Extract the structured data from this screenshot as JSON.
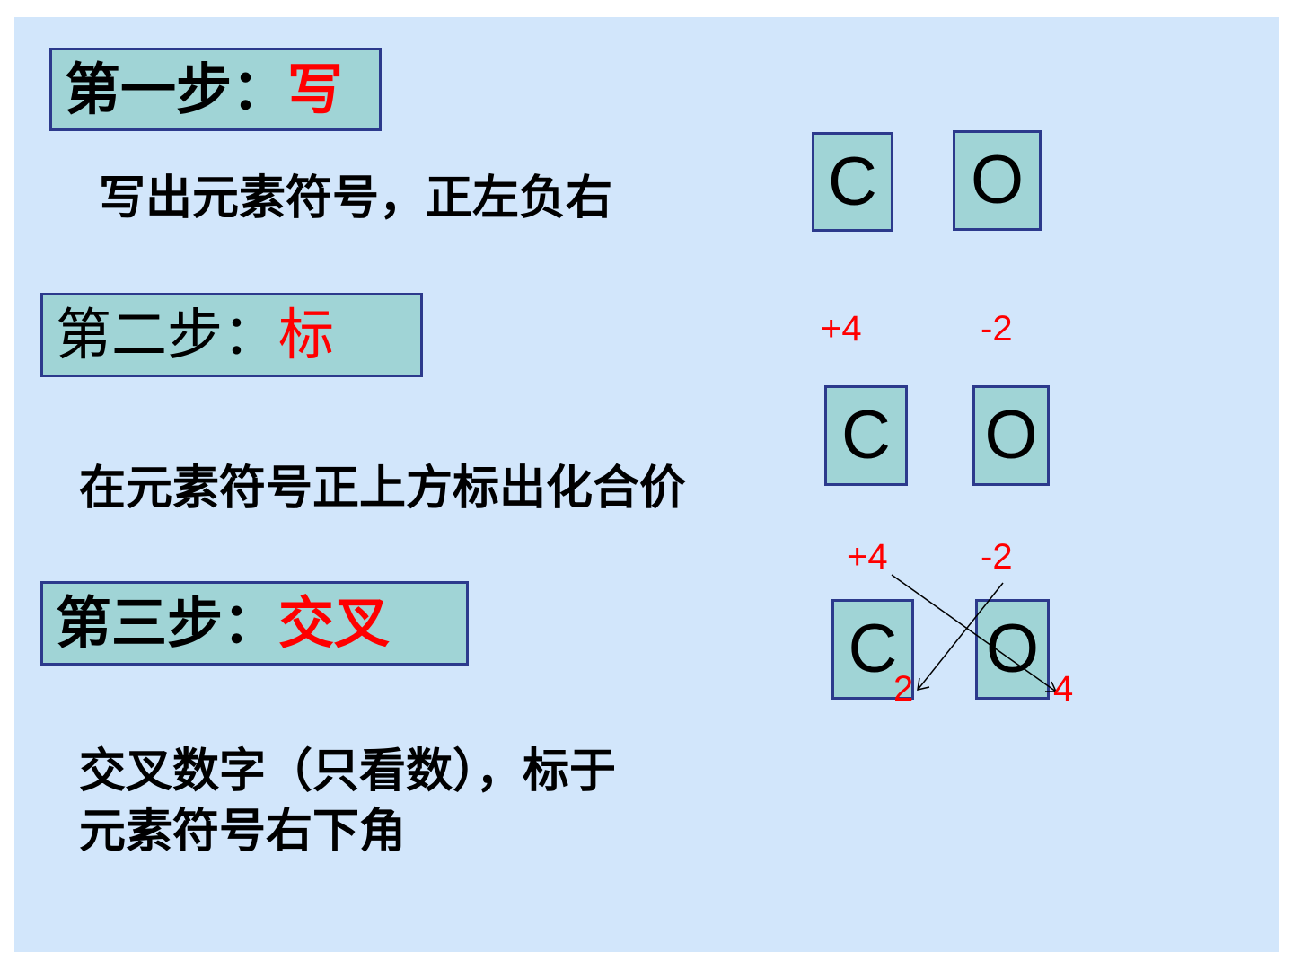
{
  "step1": {
    "label": "第一步：",
    "keyword": "写",
    "desc": "写出元素符号，正左负右"
  },
  "step2": {
    "label": "第二步：",
    "keyword": "标",
    "desc": "在元素符号正上方标出化合价"
  },
  "step3": {
    "label": "第三步：",
    "keyword": "交叉",
    "desc_line1": "交叉数字（只看数），标于",
    "desc_line2": "元素符号右下角"
  },
  "diagram1": {
    "el1": "C",
    "el2": "O"
  },
  "diagram2": {
    "val1": "+4",
    "val2": "-2",
    "el1": "C",
    "el2": "O"
  },
  "diagram3": {
    "val1": "+4",
    "val2": "-2",
    "el1": "C",
    "el2": "O",
    "sub1": "2",
    "sub2": "4"
  },
  "colors": {
    "background": "#d2e6fb",
    "box_fill": "#a0d4d6",
    "box_border": "#2c3a8c",
    "accent": "#ff0000"
  }
}
